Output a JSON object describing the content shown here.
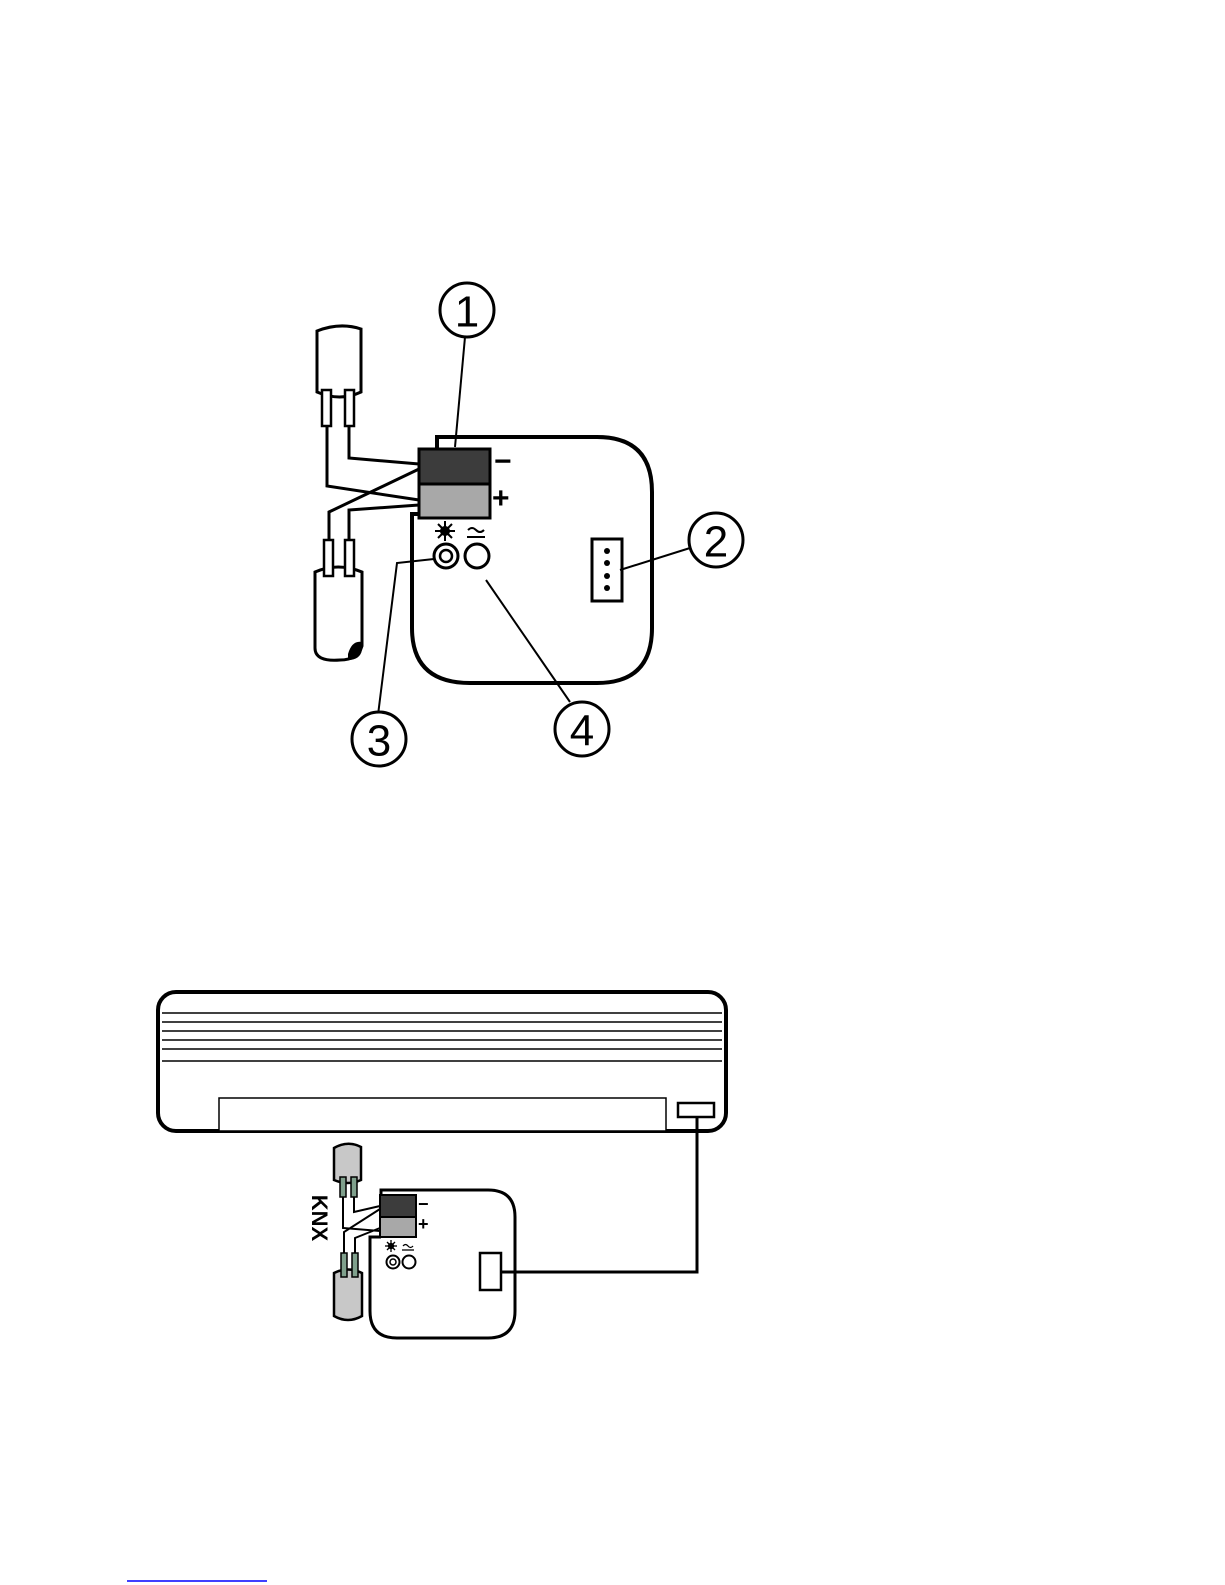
{
  "figure1": {
    "callouts": [
      "1",
      "2",
      "3",
      "4"
    ],
    "terminal_minus": "−",
    "terminal_plus": "+"
  },
  "figure2": {
    "bus_label": "KNX",
    "terminal_minus": "−",
    "terminal_plus": "+"
  },
  "colors": {
    "line": "#000000",
    "terminal_dark": "#3c3c3c",
    "terminal_light": "#a8a8a8",
    "cable_gray": "#c8c8c8",
    "core_green": "#7fa08c",
    "footer_link": "#0000ff"
  }
}
